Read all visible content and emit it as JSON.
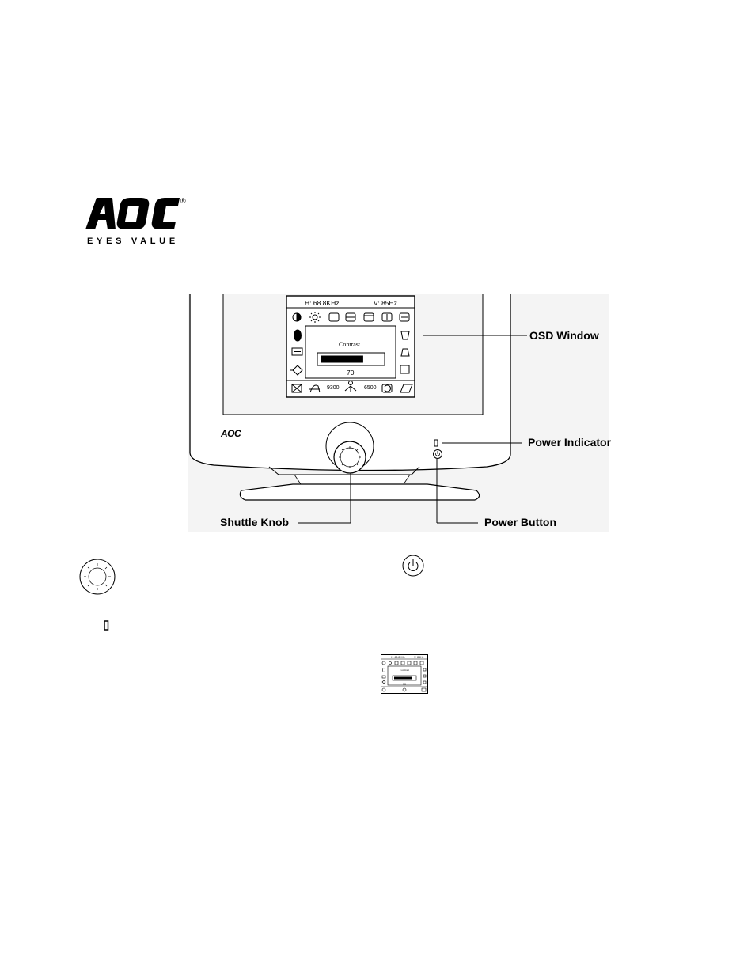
{
  "header": {
    "brand": "AOC",
    "registered_mark": "®",
    "tagline": "EYES VALUE"
  },
  "diagram": {
    "bezel_logo": "AOC",
    "callouts": {
      "osd_window": "OSD Window",
      "power_indicator": "Power Indicator",
      "shuttle_knob": "Shuttle Knob",
      "power_button": "Power Button"
    },
    "osd": {
      "h_freq": "H: 68.8KHz",
      "v_freq": "V: 85Hz",
      "item_label": "Contrast",
      "item_value": "70",
      "color_temp_1": "9300",
      "color_temp_2": "6500",
      "level": 0.7
    }
  },
  "icons": {
    "shuttle": "shuttle-knob-icon",
    "power": "power-icon",
    "indicator": "power-indicator-icon"
  }
}
